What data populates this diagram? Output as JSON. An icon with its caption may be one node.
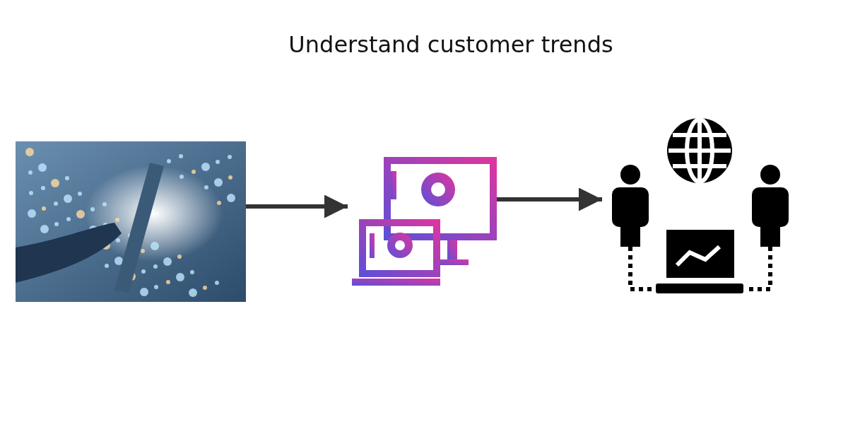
{
  "diagram": {
    "title": "Understand customer trends",
    "nodes": [
      {
        "text": [],
        "shape": "picture"
      },
      {
        "text": [],
        "shape": "picture"
      },
      {
        "text": [],
        "shape": "picture"
      }
    ],
    "edges": [
      {
        "from": 0,
        "to": 1,
        "arrow": "to"
      },
      {
        "from": 1,
        "to": 2,
        "arrow": "to"
      }
    ]
  }
}
